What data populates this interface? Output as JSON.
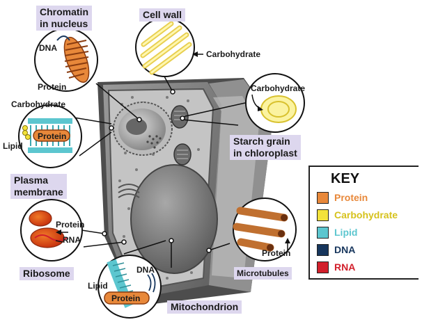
{
  "labels": {
    "chromatin": [
      "Chromatin",
      "in nucleus"
    ],
    "cell_wall": "Cell wall",
    "starch": [
      "Starch grain",
      "in chloroplast"
    ],
    "plasma": [
      "Plasma",
      "membrane"
    ],
    "ribosome": "Ribosome",
    "microtubules": "Microtubules",
    "mitochondrion": "Mitochondrion"
  },
  "callouts": {
    "dna_nucleus": "DNA",
    "protein_nucleus": "Protein",
    "carb_wall": "Carbohydrate",
    "carb_starch": "Carbohydrate",
    "carb_membrane": "Carbohydrate",
    "lipid_membrane": "Lipid",
    "protein_membrane": "Protein",
    "protein_ribosome": "Protein",
    "rna_ribosome": "RNA",
    "protein_microtubule": "Protein",
    "dna_mito": "DNA",
    "lipid_mito": "Lipid",
    "protein_mito": "Protein"
  },
  "key": {
    "title": "KEY",
    "items": [
      {
        "label": "Protein",
        "color": "#e8883a"
      },
      {
        "label": "Carbohydrate",
        "color": "#f3e23a"
      },
      {
        "label": "Lipid",
        "color": "#5cc6cf"
      },
      {
        "label": "DNA",
        "color": "#17365d"
      },
      {
        "label": "RNA",
        "color": "#d21f2b"
      }
    ]
  },
  "colors": {
    "protein": "#e8883a",
    "carbohydrate": "#f3e23a",
    "lipid": "#5cc6cf",
    "dna": "#17365d",
    "rna": "#d21f2b",
    "label_bg": "#ddd7ee"
  }
}
